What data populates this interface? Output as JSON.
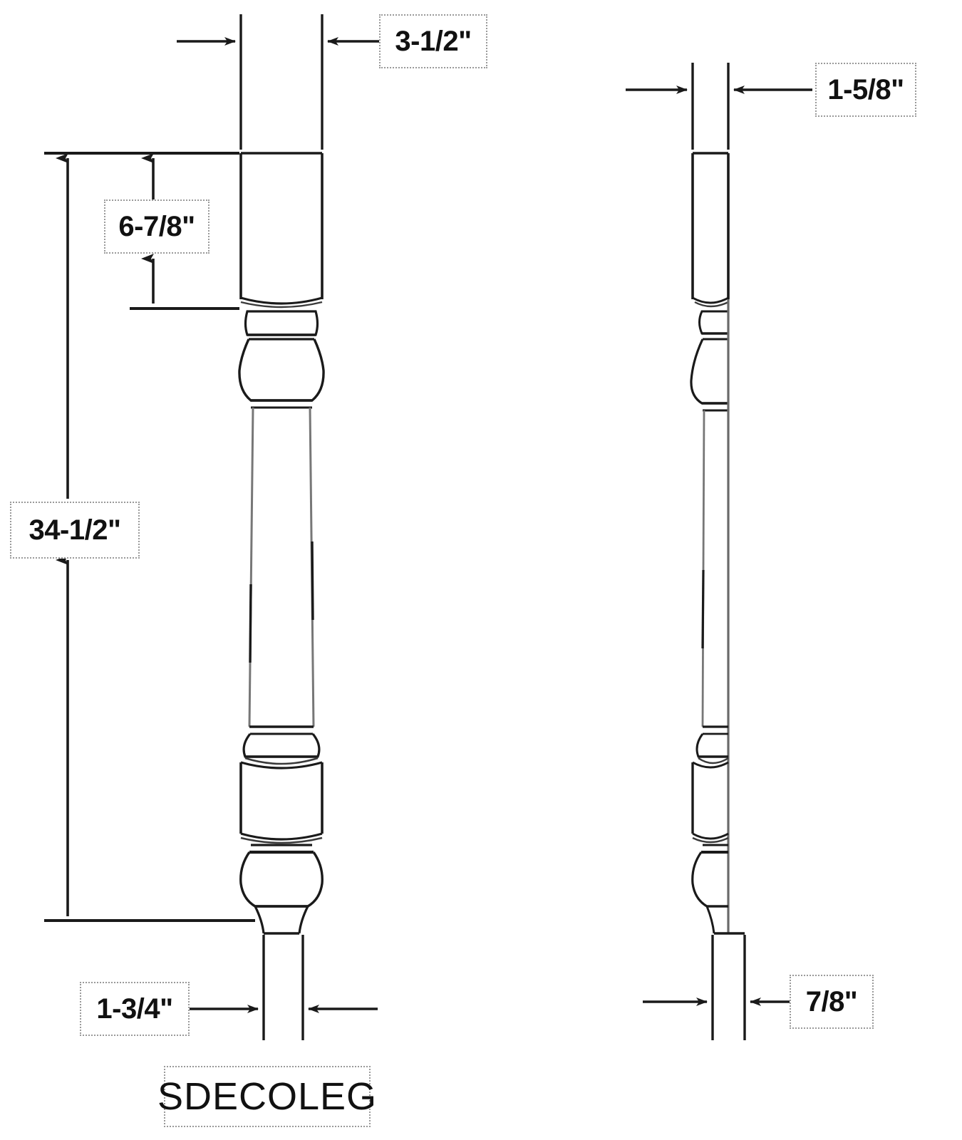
{
  "drawing": {
    "part_number": "SDECOLEG",
    "views": [
      {
        "name": "front-view",
        "label": ""
      },
      {
        "name": "side-view",
        "label": ""
      }
    ],
    "colors": {
      "line": "#1a1a1a",
      "thin_line": "#555555",
      "label_border": "#9a9a9a",
      "background": "#ffffff",
      "text": "#111111"
    }
  },
  "dimensions": {
    "front_top_width": "3-1/2\"",
    "front_block_height": "6-7/8\"",
    "front_overall_height": "34-1/2\"",
    "front_dowel_width": "1-3/4\"",
    "side_top_width": "1-5/8\"",
    "side_dowel_width": "7/8\""
  }
}
